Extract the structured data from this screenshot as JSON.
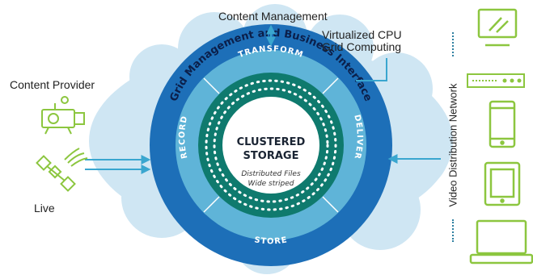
{
  "labels": {
    "content_management": "Content Management",
    "virtualized_cpu": "Virtualized CPU",
    "grid_computing": "Grid Computing",
    "content_provider": "Content Provider",
    "live": "Live",
    "video_distribution_network": "Video Distribution Network"
  },
  "ring": {
    "outer_label": "Grid Management and Business Interface",
    "segments": [
      "TRANSFORM",
      "DELIVER",
      "STORE",
      "RECORD"
    ]
  },
  "core": {
    "title_line1": "CLUSTERED",
    "title_line2": "STORAGE",
    "subtitle_line1": "Distributed Files",
    "subtitle_line2": "Wide striped"
  },
  "colors": {
    "cloud": "#cfe6f3",
    "outer_ring": "#1d6fb8",
    "middle_ring": "#5fb4d8",
    "dotted_ring": "#0f7a6e",
    "core": "#ffffff",
    "icon_green": "#8cc63f",
    "arrow": "#3aa6cf"
  },
  "icons": [
    "projector-camera-icon",
    "satellite-icon",
    "monitor-icon",
    "set-top-box-icon",
    "phone-icon",
    "tablet-icon",
    "laptop-icon"
  ]
}
